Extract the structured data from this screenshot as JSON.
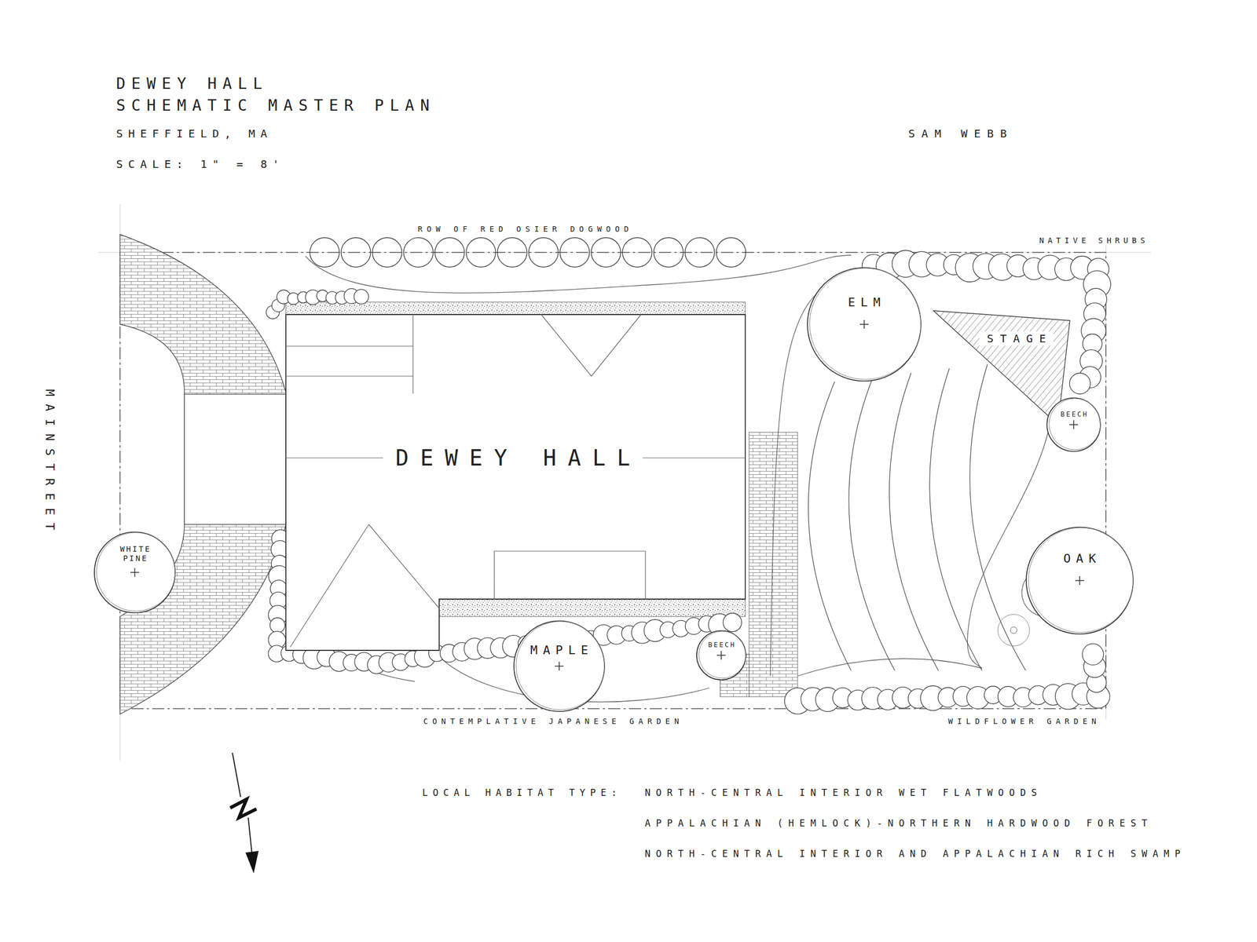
{
  "diagram": {
    "title": "DEWEY HALL",
    "nodes": [
      {
        "text": [
          "DEWEY HALL"
        ]
      },
      {
        "text": [
          "WHITE PINE"
        ]
      },
      {
        "text": [
          "ELM"
        ]
      },
      {
        "text": [
          "STAGE"
        ]
      },
      {
        "text": [
          "BEECH"
        ]
      },
      {
        "text": [
          "OAK"
        ]
      },
      {
        "text": [
          "MAPLE"
        ]
      },
      {
        "text": [
          "BEECH"
        ]
      }
    ],
    "labels": [
      "SCHEMATIC MASTER PLAN",
      "SHEFFIELD, MA",
      "SCALE: 1\" = 8'",
      "SAM WEBB",
      "MAINSTREET",
      "ROW OF RED OSIER DOGWOOD",
      "NATIVE SHRUBS",
      "CONTEMPLATIVE JAPANESE GARDEN",
      "WILDFLOWER GARDEN",
      "LOCAL HABITAT TYPE:",
      "NORTH-CENTRAL INTERIOR WET FLATWOODS",
      "APPALACHIAN (HEMLOCK)-NORTHERN HARDWOOD FOREST",
      "NORTH-CENTRAL INTERIOR AND APPALACHIAN RICH SWAMP"
    ]
  }
}
